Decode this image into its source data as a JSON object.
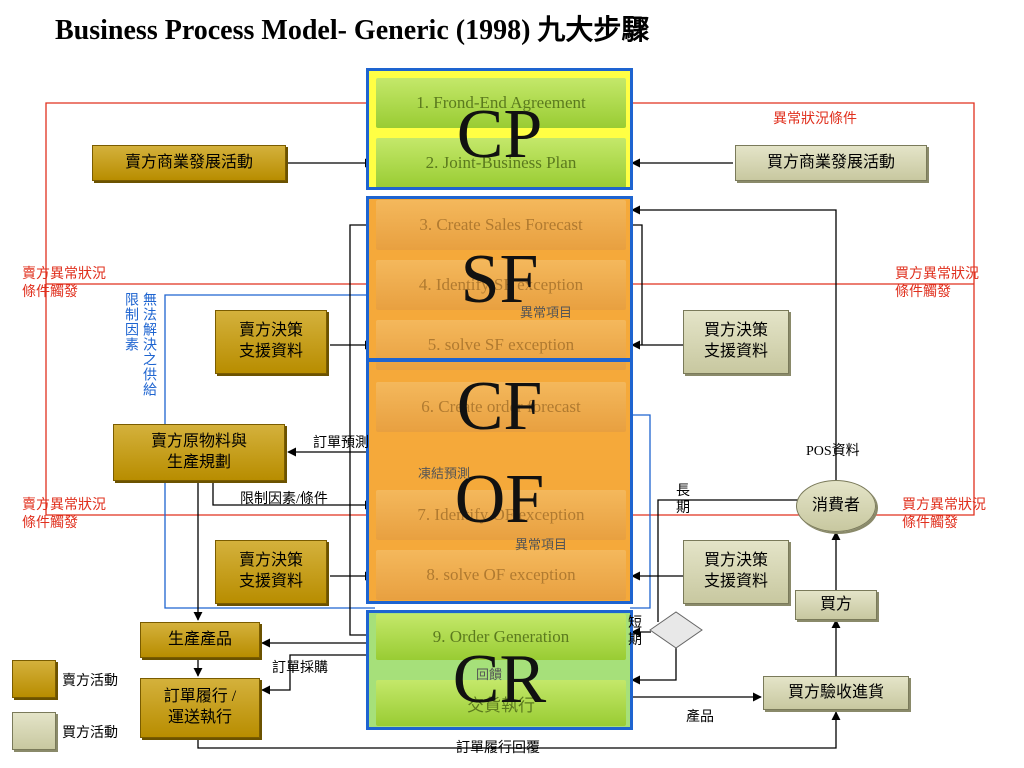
{
  "title": "Business Process Model- Generic (1998) 九大步驟",
  "steps": {
    "s1": "1. Frond-End Agreement",
    "s2": "2. Joint-Business Plan",
    "s3": "3. Create Sales Forecast",
    "s4": "4. Identify SF exception",
    "s5": "5. solve SF exception",
    "s6": "6. Create order forecast",
    "s7": "7. Identify OF exception",
    "s8": "8. solve OF exception",
    "s9": "9. Order Generation",
    "s10": "交貨執行"
  },
  "groups": {
    "cp": "CP",
    "sf": "SF",
    "cf": "CF",
    "of": "OF",
    "cr": "CR"
  },
  "seller": {
    "dev": "賣方商業發展活動",
    "support1": "賣方決策\n支援資料",
    "material": "賣方原物料與\n生產規劃",
    "support2": "賣方決策\n支援資料",
    "produce": "生產產品",
    "fulfill": "訂單履行 /\n運送執行"
  },
  "buyer": {
    "dev": "買方商業發展活動",
    "support1": "買方決策\n支援資料",
    "consumer": "消費者",
    "support2": "買方決策\n支援資料",
    "buyer": "買方",
    "receive": "買方驗收進貨"
  },
  "labels": {
    "exception_cond": "異常狀況條件",
    "seller_trigger1": "賣方異常狀況\n條件觸發",
    "buyer_trigger1": "買方異常狀況\n條件觸發",
    "seller_trigger2": "賣方異常狀況\n條件觸發",
    "buyer_trigger2": "買方異常狀況\n條件觸發",
    "unsolvable": "無法解決之供給",
    "constraint_factor": "限制因素",
    "exception_item1": "異常項目",
    "exception_item2": "異常項目",
    "order_forecast": "訂單預測",
    "frozen": "凍結預測",
    "constraint_cond": "限制因素/條件",
    "pos": "POS資料",
    "long_term": "長\n期",
    "short_term": "短\n期",
    "purchase": "訂單採購",
    "feedback": "回饋",
    "product": "產品",
    "fulfill_reply": "訂單履行回覆"
  },
  "legend": {
    "seller": "賣方活動",
    "buyer": "買方活動"
  },
  "colors": {
    "green": "#99cc33",
    "orange": "#f0a030",
    "gold": "#c9a000",
    "khaki": "#d8d8b8",
    "blue": "#1e64d0",
    "red": "#e0301e"
  }
}
